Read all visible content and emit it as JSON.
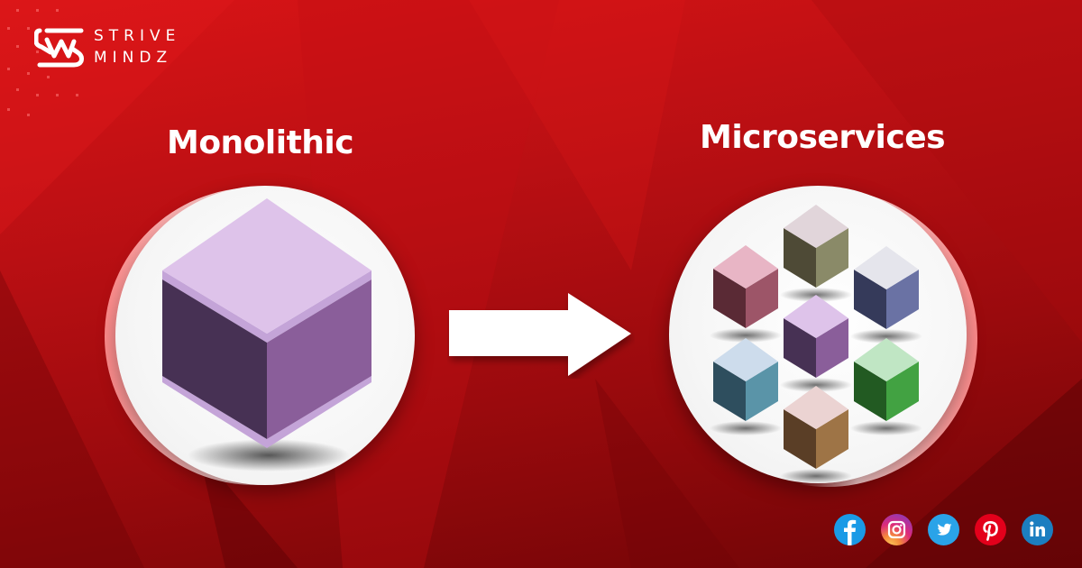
{
  "brand": {
    "name_line1": "STRIVE",
    "name_line2": "MINDZ",
    "logo_icon": "strive-mindz-sm-monogram"
  },
  "left_panel": {
    "title": "Monolithic",
    "illustration": "single-large-cube",
    "cube_colors": {
      "top": "#dec3ea",
      "left": "#473154",
      "right": "#8a5e9a",
      "edge": "#c4a4d8"
    }
  },
  "transition": {
    "icon": "right-arrow-icon"
  },
  "right_panel": {
    "title": "Microservices",
    "illustration": "seven-small-cubes",
    "cubes": [
      {
        "position": "top",
        "top": "#e1d5da",
        "left": "#4e4a36",
        "right": "#8a8a68"
      },
      {
        "position": "upper-left",
        "top": "#e8b5c5",
        "left": "#5a2a35",
        "right": "#9d5568"
      },
      {
        "position": "upper-right",
        "top": "#e5e5ec",
        "left": "#353a5a",
        "right": "#6a72a4"
      },
      {
        "position": "center",
        "top": "#dec3ea",
        "left": "#473154",
        "right": "#8a5e9a"
      },
      {
        "position": "lower-left",
        "top": "#cddcec",
        "left": "#2e4e5e",
        "right": "#5a94a8"
      },
      {
        "position": "lower-right",
        "top": "#c0e6c4",
        "left": "#225a22",
        "right": "#42a242"
      },
      {
        "position": "bottom",
        "top": "#ebd3d2",
        "left": "#5a3e26",
        "right": "#9e7446"
      }
    ]
  },
  "social": [
    {
      "name": "facebook",
      "icon": "facebook-icon",
      "glyph": "f",
      "color": "#1a9ae6"
    },
    {
      "name": "instagram",
      "icon": "instagram-icon",
      "glyph": "",
      "color": "#d6306f"
    },
    {
      "name": "twitter",
      "icon": "twitter-icon",
      "glyph": "",
      "color": "#2aa3e8"
    },
    {
      "name": "pinterest",
      "icon": "pinterest-icon",
      "glyph": "p",
      "color": "#e3001b"
    },
    {
      "name": "linkedin",
      "icon": "linkedin-icon",
      "glyph": "in",
      "color": "#1c7ec0"
    }
  ],
  "colors": {
    "background_top": "#d91416",
    "background_bottom": "#6e0406",
    "circle_fill": "#f4f4f4",
    "circle_rim": "#ff9a9a",
    "text": "#ffffff"
  }
}
